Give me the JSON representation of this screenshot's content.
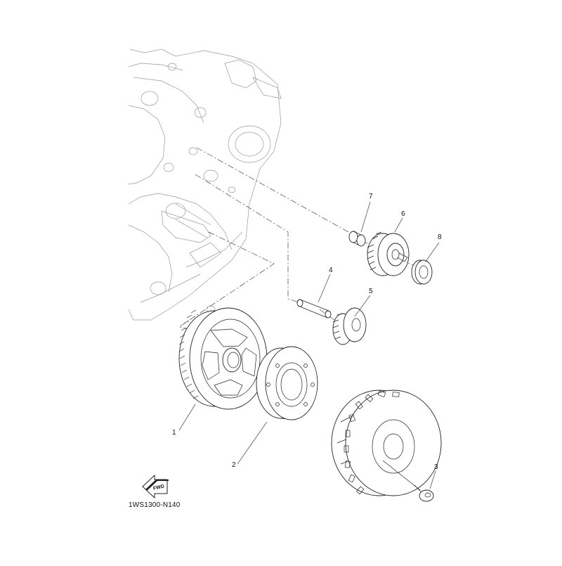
{
  "diagram": {
    "code": "1WS1300-N140",
    "fwd_label": "FWD",
    "callouts": [
      {
        "id": "1",
        "label": "1"
      },
      {
        "id": "2",
        "label": "2"
      },
      {
        "id": "3",
        "label": "3"
      },
      {
        "id": "4",
        "label": "4"
      },
      {
        "id": "5",
        "label": "5"
      },
      {
        "id": "6",
        "label": "6"
      },
      {
        "id": "7",
        "label": "7"
      },
      {
        "id": "8",
        "label": "8"
      }
    ]
  }
}
